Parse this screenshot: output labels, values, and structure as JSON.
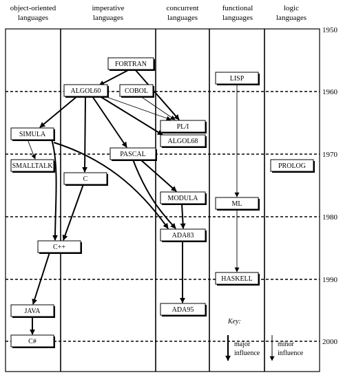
{
  "columns": [
    {
      "id": "oo",
      "line1": "object-oriented",
      "line2": "languages"
    },
    {
      "id": "imp",
      "line1": "imperative",
      "line2": "languages"
    },
    {
      "id": "conc",
      "line1": "concurrent",
      "line2": "languages"
    },
    {
      "id": "func",
      "line1": "functional",
      "line2": "languages"
    },
    {
      "id": "log",
      "line1": "logic",
      "line2": "languages"
    }
  ],
  "years": [
    "1950",
    "1960",
    "1970",
    "1980",
    "1990",
    "2000"
  ],
  "languages": [
    {
      "id": "fortran",
      "label": "FORTRAN"
    },
    {
      "id": "algol60",
      "label": "ALGOL60"
    },
    {
      "id": "cobol",
      "label": "COBOL"
    },
    {
      "id": "lisp",
      "label": "LISP"
    },
    {
      "id": "simula",
      "label": "SIMULA"
    },
    {
      "id": "pl1",
      "label": "PL/I"
    },
    {
      "id": "algol68",
      "label": "ALGOL68"
    },
    {
      "id": "smalltalk",
      "label": "SMALLTALK"
    },
    {
      "id": "pascal",
      "label": "PASCAL"
    },
    {
      "id": "prolog",
      "label": "PROLOG"
    },
    {
      "id": "c",
      "label": "C"
    },
    {
      "id": "modula",
      "label": "MODULA"
    },
    {
      "id": "ml",
      "label": "ML"
    },
    {
      "id": "cpp",
      "label": "C++"
    },
    {
      "id": "ada83",
      "label": "ADA83"
    },
    {
      "id": "haskell",
      "label": "HASKELL"
    },
    {
      "id": "java",
      "label": "JAVA"
    },
    {
      "id": "ada95",
      "label": "ADA95"
    },
    {
      "id": "csharp",
      "label": "C#"
    }
  ],
  "influences": [
    {
      "from": "fortran",
      "to": "algol60",
      "kind": "major"
    },
    {
      "from": "fortran",
      "to": "pl1",
      "kind": "major"
    },
    {
      "from": "algol60",
      "to": "pl1",
      "kind": "minor"
    },
    {
      "from": "cobol",
      "to": "pl1",
      "kind": "minor"
    },
    {
      "from": "algol60",
      "to": "algol68",
      "kind": "major"
    },
    {
      "from": "algol60",
      "to": "simula",
      "kind": "major"
    },
    {
      "from": "algol60",
      "to": "c",
      "kind": "major"
    },
    {
      "from": "algol60",
      "to": "pascal",
      "kind": "major"
    },
    {
      "from": "simula",
      "to": "smalltalk",
      "kind": "minor"
    },
    {
      "from": "simula",
      "to": "cpp",
      "kind": "major"
    },
    {
      "from": "simula",
      "to": "ada83",
      "kind": "major"
    },
    {
      "from": "c",
      "to": "cpp",
      "kind": "major"
    },
    {
      "from": "pascal",
      "to": "modula",
      "kind": "major"
    },
    {
      "from": "pascal",
      "to": "ada83",
      "kind": "major"
    },
    {
      "from": "modula",
      "to": "ada83",
      "kind": "major"
    },
    {
      "from": "lisp",
      "to": "ml",
      "kind": "minor"
    },
    {
      "from": "ml",
      "to": "haskell",
      "kind": "minor"
    },
    {
      "from": "ada83",
      "to": "ada95",
      "kind": "major"
    },
    {
      "from": "cpp",
      "to": "java",
      "kind": "major"
    },
    {
      "from": "java",
      "to": "csharp",
      "kind": "major"
    }
  ],
  "key": {
    "title": "Key:",
    "major_line1": "major",
    "major_line2": "influence",
    "minor_line1": "minor",
    "minor_line2": "influence"
  }
}
